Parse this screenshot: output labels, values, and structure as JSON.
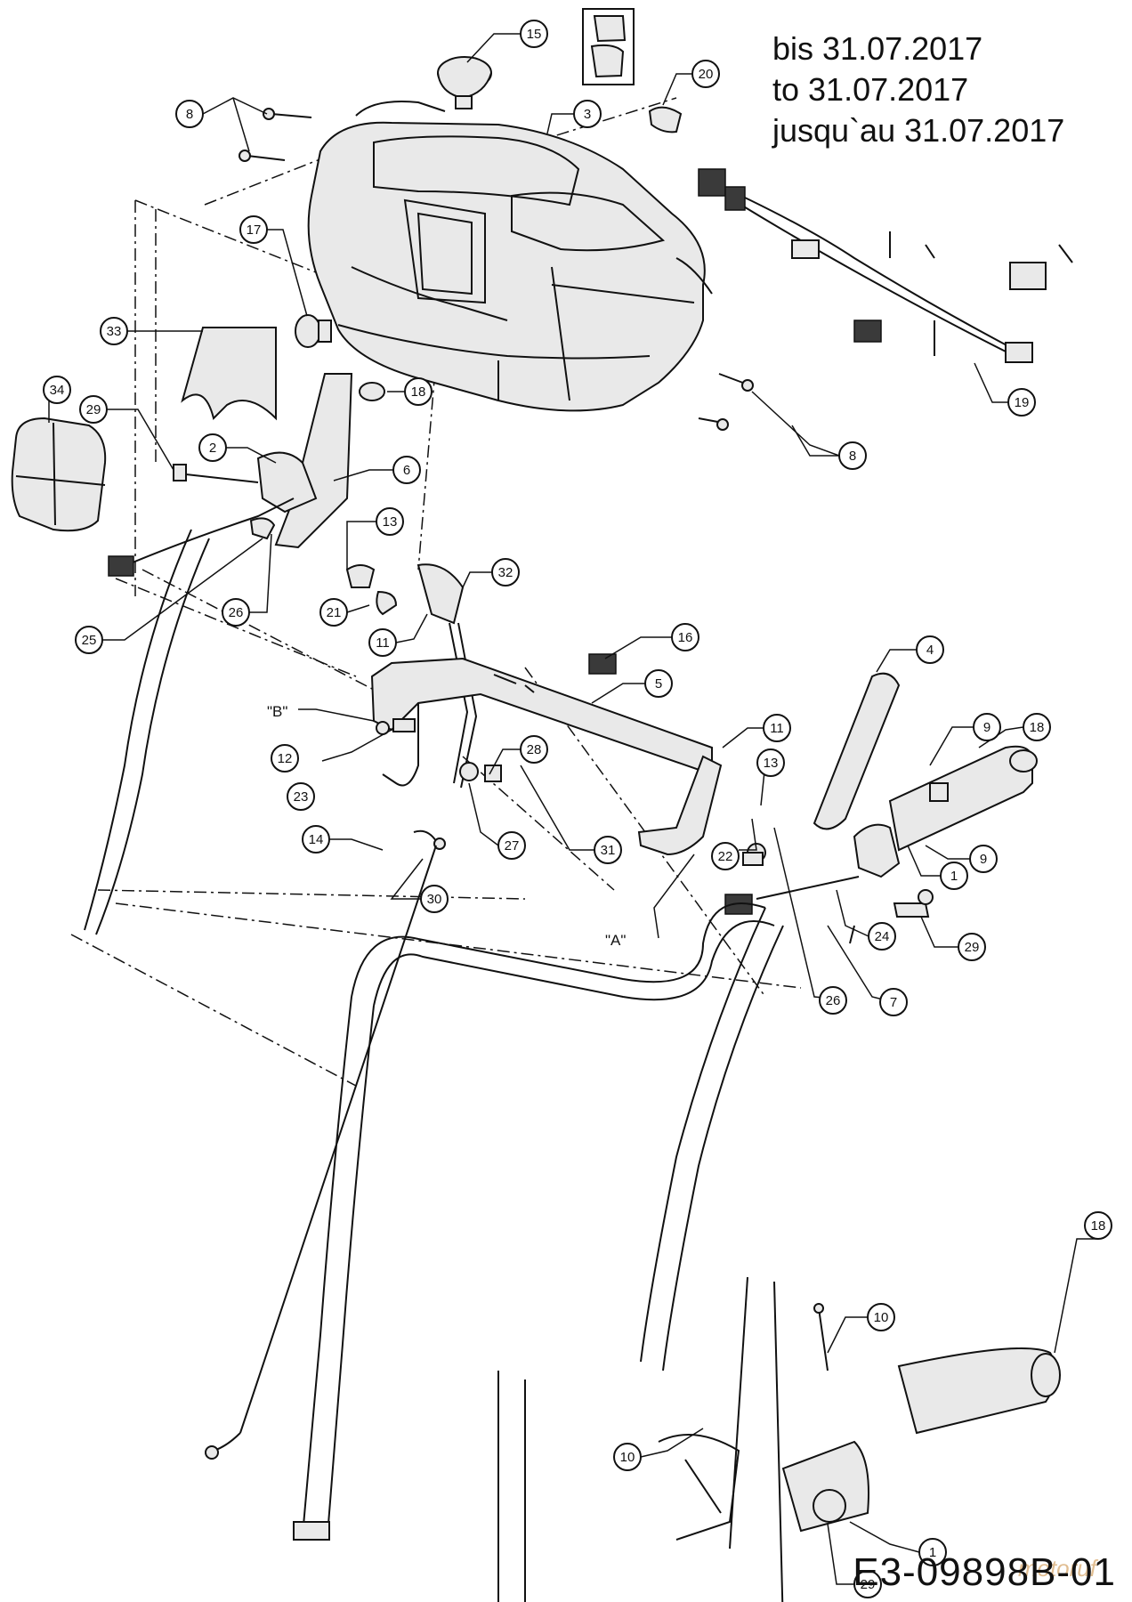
{
  "validity": {
    "line_de": "bis 31.07.2017",
    "line_en": "to 31.07.2017",
    "line_fr": "jusqu`au 31.07.2017"
  },
  "document_number": "E3-09898B-01",
  "watermark": "motoruf",
  "reference_labels": {
    "a": "\"A\"",
    "b": "\"B\""
  },
  "callouts": [
    "15",
    "3",
    "20",
    "8",
    "17",
    "33",
    "18",
    "34",
    "29",
    "2",
    "6",
    "13",
    "19",
    "8",
    "25",
    "26",
    "21",
    "11",
    "32",
    "16",
    "5",
    "4",
    "12",
    "23",
    "14",
    "28",
    "27",
    "31",
    "11",
    "13",
    "9",
    "18",
    "22",
    "1",
    "9",
    "30",
    "24",
    "29",
    "26",
    "7",
    "18",
    "10",
    "10",
    "1",
    "29"
  ]
}
